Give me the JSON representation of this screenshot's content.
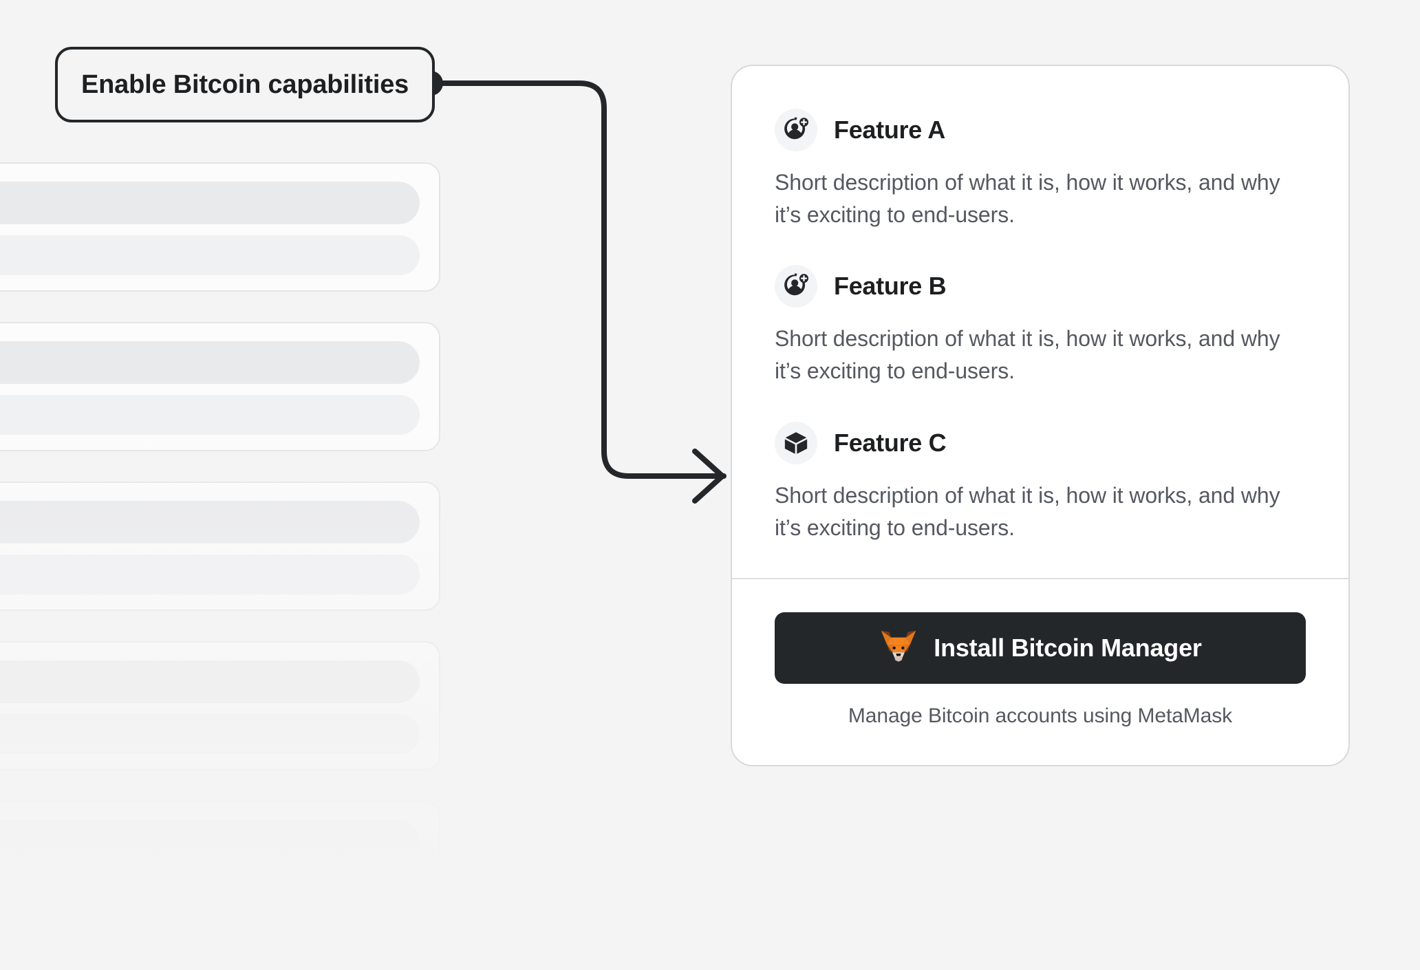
{
  "colors": {
    "page_background": "#f4f4f4",
    "card_background": "#ffffff",
    "card_border": "#d6d9dc",
    "text_primary": "#1d1f21",
    "text_secondary": "#55595f",
    "accent_dark": "#24272a",
    "icon_bubble": "#f2f4f6",
    "fox_orange": "#f5841f",
    "fox_dark_orange": "#e2761b",
    "fox_brown": "#763d16",
    "fox_cream": "#e4dad2"
  },
  "callout": {
    "label": "Enable Bitcoin capabilities",
    "connector_icon": "arrow-right-icon"
  },
  "skeleton": {
    "card_count": 5
  },
  "card": {
    "features": [
      {
        "icon": "add-account-icon",
        "title": "Feature A",
        "description": "Short description of what it is, how it works, and why it’s exciting to end-users."
      },
      {
        "icon": "add-account-icon",
        "title": "Feature B",
        "description": "Short description of what it is, how it works, and why it’s exciting to end-users."
      },
      {
        "icon": "cube-icon",
        "title": "Feature C",
        "description": "Short description of what it is, how it works, and why it’s exciting to end-users."
      }
    ],
    "footer": {
      "install_button_label": "Install Bitcoin Manager",
      "install_button_icon": "metamask-fox-icon",
      "note": "Manage Bitcoin accounts using MetaMask"
    }
  }
}
